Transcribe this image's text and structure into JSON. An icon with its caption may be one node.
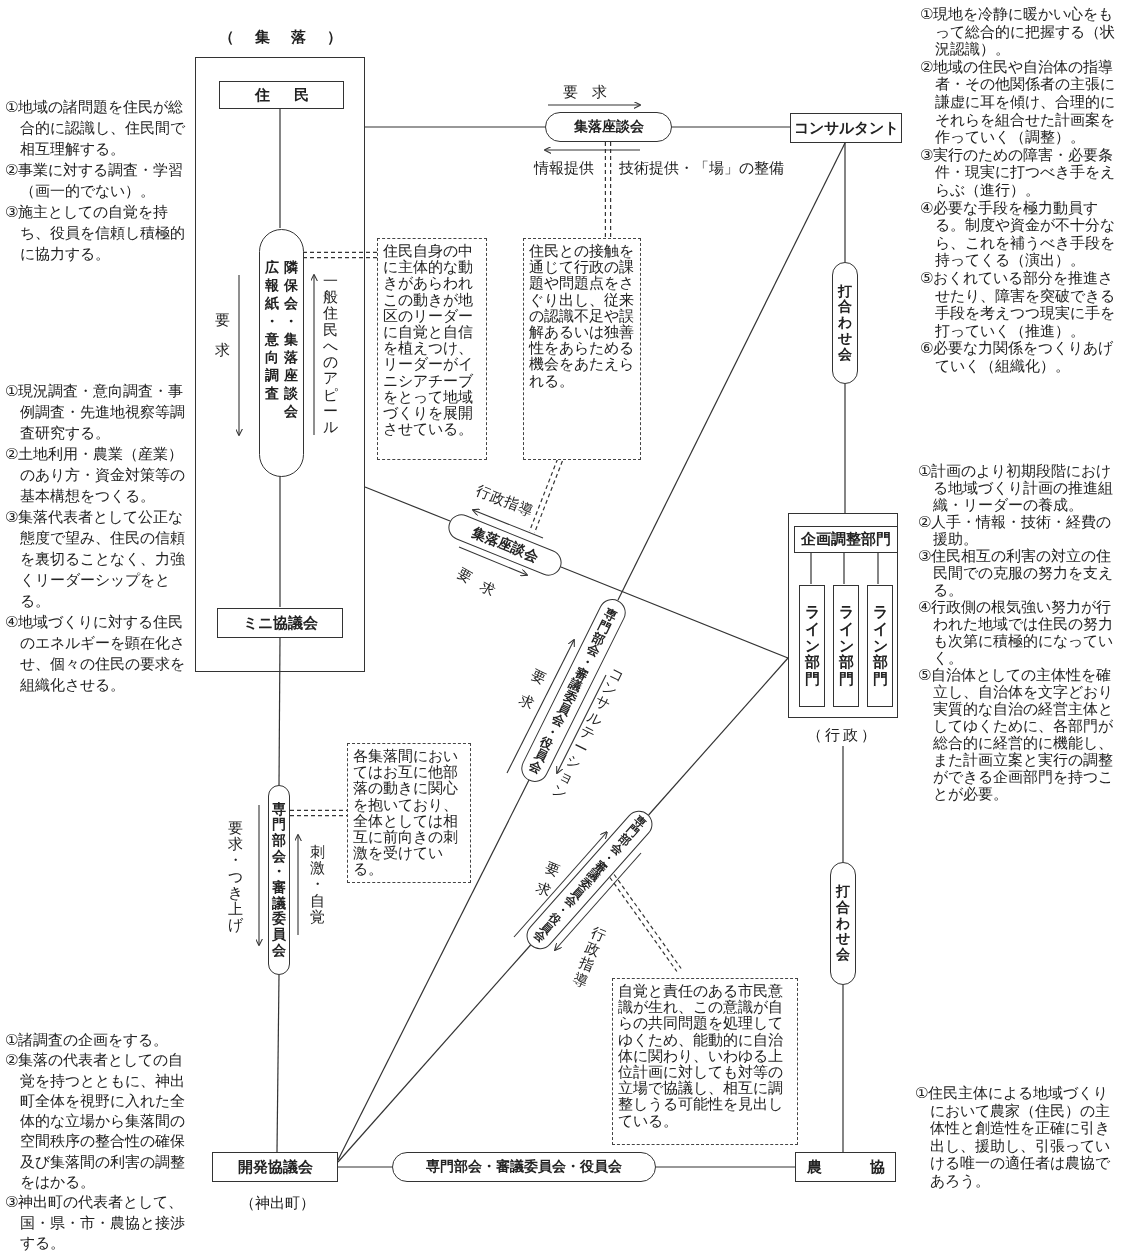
{
  "diagram": {
    "nodes": [
      {
        "text": [
          "（集落）"
        ]
      },
      {
        "text": [
          "住民"
        ],
        "in": 0
      },
      {
        "text": [
          "広報紙・意向調査",
          "隣保会・集落座談会"
        ],
        "in": 0
      },
      {
        "text": [
          "ミニ協議会"
        ],
        "in": 0
      },
      {
        "text": [
          "集落座談会"
        ]
      },
      {
        "text": [
          "コンサルタント"
        ]
      },
      {
        "text": [
          "住民自身の中に主体的な動きがあらわれこの動きが地区のリーダーに自覚と自信を植えつけ、リーダーがイニシアチーブをとって地域づくりを展開させている。"
        ]
      },
      {
        "text": [
          "住民との接触を通じて行政の課題や問題点をさぐり出し、従来の認識不足や誤解あるいは独善性をあらためる機会をあたえられる。"
        ]
      },
      {
        "text": [
          "打合わせ会"
        ]
      },
      {
        "text": [
          "（行政）"
        ]
      },
      {
        "text": [
          "企画調整部門"
        ],
        "in": 9
      },
      {
        "text": [
          "ライン部門"
        ],
        "in": 9
      },
      {
        "text": [
          "ライン部門"
        ],
        "in": 9
      },
      {
        "text": [
          "ライン部門"
        ],
        "in": 9
      },
      {
        "text": [
          "集落座談会"
        ]
      },
      {
        "text": [
          "専門部会・審議委員会・役員会"
        ]
      },
      {
        "text": [
          "専門部会・審議委員会"
        ]
      },
      {
        "text": [
          "各集落間においてはお互に他部落の動きに関心を抱いており、全体としては相互に前向きの刺激を受けている。"
        ]
      },
      {
        "text": [
          "専門部会・審議委員会・役員会"
        ]
      },
      {
        "text": [
          "自覚と責任のある市民意識が生れ、この意識が自らの共同問題を処理してゆくため、能動的に自治体に関わり、いわゆる上位計画に対しても対等の立場で協議し、相互に調整しうる可能性を見出している。"
        ]
      },
      {
        "text": [
          "打合わせ会"
        ]
      },
      {
        "text": [
          "開発協議会"
        ],
        "beside": [
          "（神出町）"
        ]
      },
      {
        "text": [
          "専門部会・審議委員会・役員会"
        ]
      },
      {
        "text": [
          "農協"
        ]
      }
    ],
    "edges": [
      {
        "from": 1,
        "to": 2,
        "arrow": "none"
      },
      {
        "from": 2,
        "to": 3,
        "arrow": "none"
      },
      {
        "from": 3,
        "to": 16,
        "arrow": "none"
      },
      {
        "from": 16,
        "to": 21,
        "arrow": "none"
      },
      {
        "from": 0,
        "to": 4,
        "arrow": "none"
      },
      {
        "from": 4,
        "to": 5,
        "arrow": "none"
      },
      {
        "from": 5,
        "to": 8,
        "arrow": "none"
      },
      {
        "from": 8,
        "to": 9,
        "arrow": "none"
      },
      {
        "from": 9,
        "to": 20,
        "arrow": "none"
      },
      {
        "from": 20,
        "to": 23,
        "arrow": "none"
      },
      {
        "from": 21,
        "to": 22,
        "arrow": "none"
      },
      {
        "from": 22,
        "to": 23,
        "arrow": "none"
      },
      {
        "from": 0,
        "to": 14,
        "arrow": "none"
      },
      {
        "from": 14,
        "to": 9,
        "arrow": "none"
      },
      {
        "from": 21,
        "to": 15,
        "arrow": "none"
      },
      {
        "from": 15,
        "to": 5,
        "arrow": "none"
      },
      {
        "from": 21,
        "to": 18,
        "arrow": "none"
      },
      {
        "from": 18,
        "to": 9,
        "arrow": "none"
      },
      {
        "from": 10,
        "to": 11,
        "arrow": "none"
      },
      {
        "from": 10,
        "to": 12,
        "arrow": "none"
      },
      {
        "from": 10,
        "to": 13,
        "arrow": "none"
      },
      {
        "from": 2,
        "to": 6,
        "arrow": "none",
        "style": "dashed"
      },
      {
        "from": 4,
        "to": 7,
        "arrow": "none",
        "style": "dashed"
      },
      {
        "from": 7,
        "to": 14,
        "arrow": "none",
        "style": "dashed"
      },
      {
        "from": 16,
        "to": 17,
        "arrow": "none",
        "style": "dashed"
      },
      {
        "from": 18,
        "to": 19,
        "arrow": "none",
        "style": "dashed"
      }
    ],
    "labels": [
      "①地域の諸問題を住民が総合的に認識し、住民間で相互理解する。",
      "②事業に対する調査・学習（画一的でない）。",
      "③施主としての自覚を持ち、役員を信頼し積極的に協力する。",
      "①現地を冷静に暖かい心をもって総合的に把握する（状況認識）。",
      "②地域の住民や自治体の指導者・その他関係者の主張に謙虚に耳を傾け、合理的にそれらを組合せた計画案を作っていく（調整）。",
      "③実行のための障害・必要条件・現実に打つべき手をえらぶ（進行）。",
      "④必要な手段を極力動員する。制度や資金が不十分なら、これを補うべき手段を持ってくる（演出）。",
      "⑤おくれている部分を推進させたり、障害を突破できる手段を考えつつ現実に手を打っていく（推進）。",
      "⑥必要な力関係をつくりあげていく（組織化）。",
      "①現況調査・意向調査・事例調査・先進地視察等調査研究する。",
      "②土地利用・農業（産業）のあり方・資金対策等の基本構想をつくる。",
      "③集落代表者として公正な態度で望み、住民の信頼を裏切ることなく、力強くリーダーシップをとる。",
      "④地域づくりに対する住民のエネルギーを顕在化させ、個々の住民の要求を組織化させる。",
      "①計画のより初期段階における地域づくり計画の推進組織・リーダーの養成。",
      "②人手・情報・技術・経費の援助。",
      "③住民相互の利害の対立の住民間での克服の努力を支える。",
      "④行政側の根気強い努力が行われた地域では住民の努力も次第に積極的になっていく。",
      "⑤自治体としての主体性を確立し、自治体を文字どおり実質的な自治の経営主体としてゆくために、各部門が総合的に経営的に機能し、また計画立案と実行の調整ができる企画部門を持つことが必要。",
      "①諸調査の企画をする。",
      "②集落の代表者としての自覚を持つとともに、神出町全体を視野に入れた全体的な立場から集落間の空間秩序の整合性の確保及び集落間の利害の調整をはかる。",
      "③神出町の代表者として、国・県・市・農協と接渉する。",
      "①住民主体による地域づくりにおいて農家（住民）の主体性と創造性を正確に引き出し、援助し、引張っていける唯一の適任者は農協であろう。",
      "要求",
      "情報提供",
      "技術提供・「場」の整備",
      "要求",
      "一般住民へのアピール",
      "行政指導",
      "要求",
      "要求",
      "コンサルテーション",
      "要求・つき上げ",
      "刺激・自覚",
      "要求",
      "行政指導"
    ]
  }
}
